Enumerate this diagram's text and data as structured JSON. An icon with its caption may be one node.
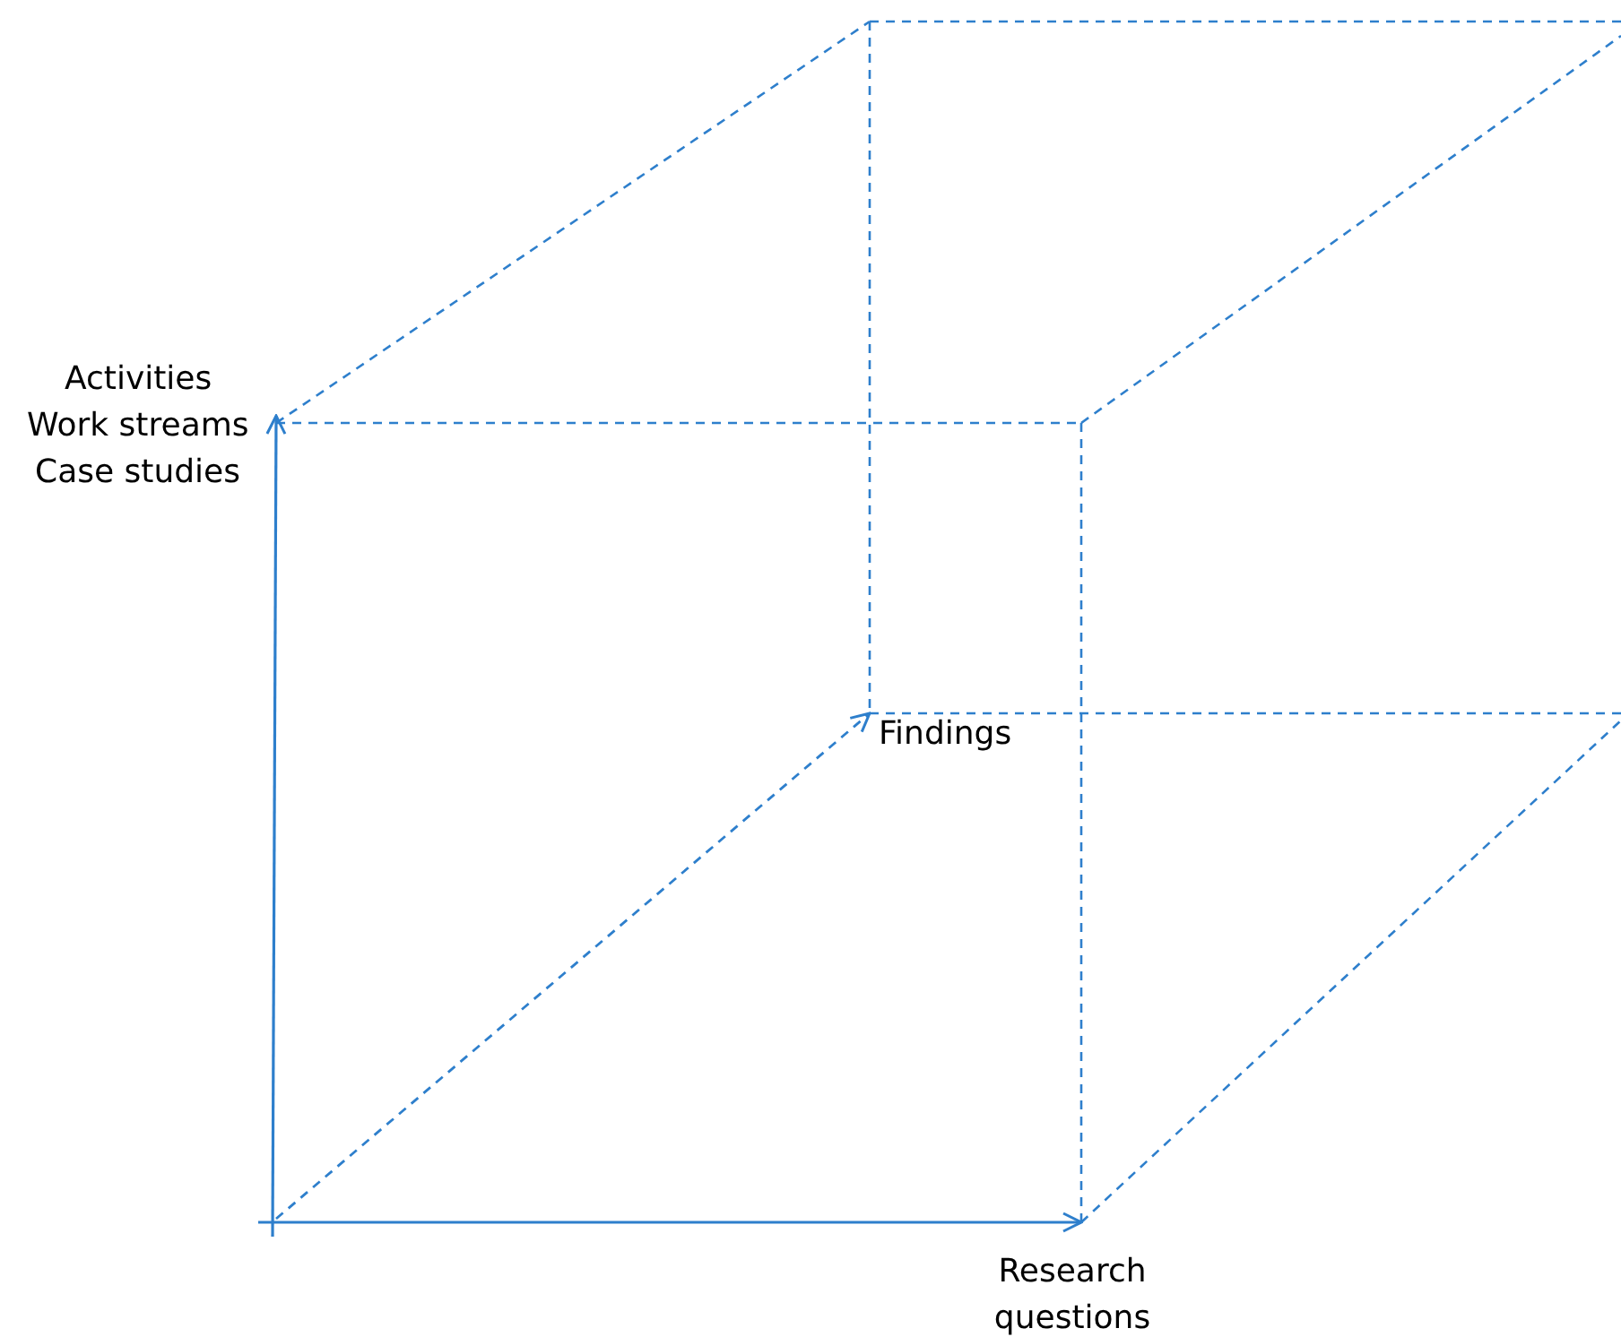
{
  "diagram": {
    "labels": [
      "Activities",
      "Work streams",
      "Case studies",
      "Findings",
      "Research questions"
    ]
  }
}
